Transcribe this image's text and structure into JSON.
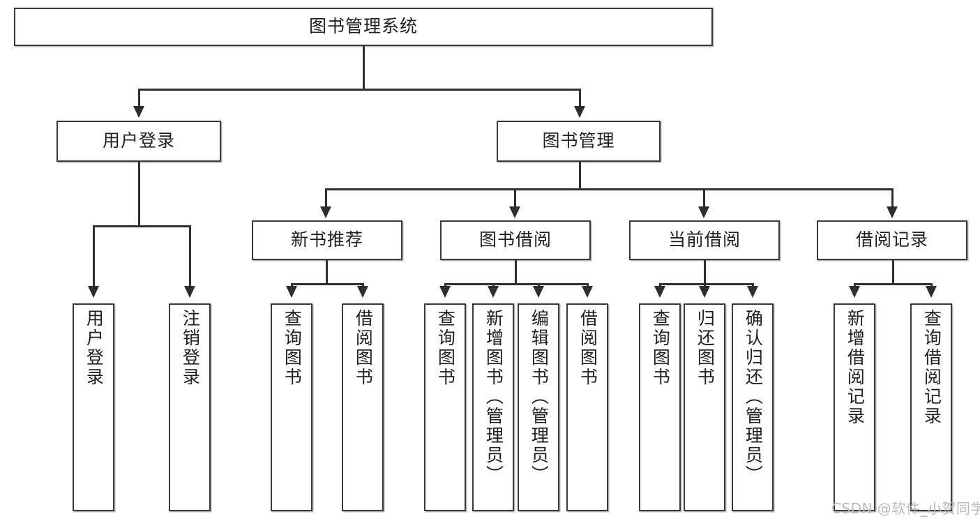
{
  "diagram": {
    "title": "图书管理系统",
    "type": "功能结构图",
    "root": {
      "label": "图书管理系统"
    },
    "level2": [
      {
        "label": "用户登录"
      },
      {
        "label": "图书管理"
      }
    ],
    "level3": [
      {
        "label": "新书推荐"
      },
      {
        "label": "图书借阅"
      },
      {
        "label": "当前借阅"
      },
      {
        "label": "借阅记录"
      }
    ],
    "leaves": {
      "user_login": [
        {
          "label": "用户登录"
        },
        {
          "label": "注销登录"
        }
      ],
      "new_book_recommend": [
        {
          "label": "查询图书"
        },
        {
          "label": "借阅图书"
        }
      ],
      "book_borrow": [
        {
          "label": "查询图书"
        },
        {
          "label": "新增图书（管理员）"
        },
        {
          "label": "编辑图书（管理员）"
        },
        {
          "label": "借阅图书"
        }
      ],
      "current_borrow": [
        {
          "label": "查询图书"
        },
        {
          "label": "归还图书"
        },
        {
          "label": "确认归还（管理员）"
        }
      ],
      "borrow_record": [
        {
          "label": "新增借阅记录"
        },
        {
          "label": "查询借阅记录"
        }
      ]
    }
  },
  "watermark": {
    "text": "CSDN @软件_小贺同学"
  },
  "colors": {
    "box_border": "#3a3a3a",
    "line": "#2e2e2e",
    "text": "#202020",
    "background": "#ffffff",
    "watermark": "#b9b9b9"
  }
}
